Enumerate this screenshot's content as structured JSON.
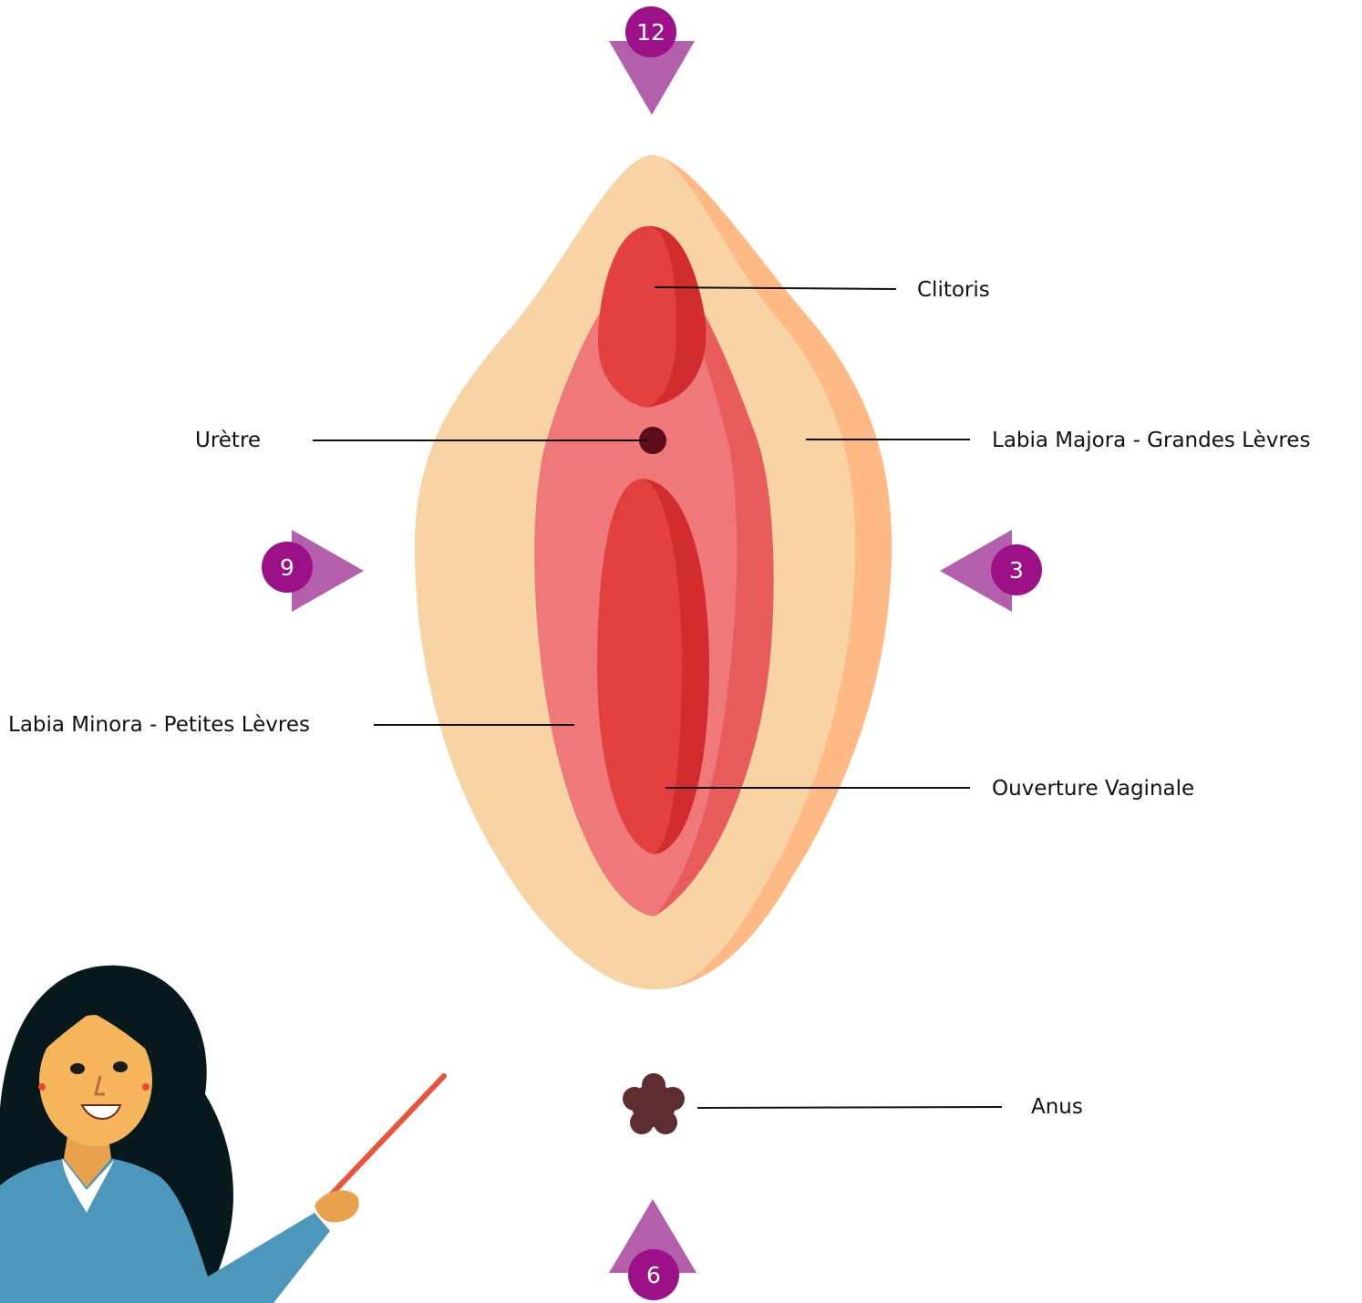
{
  "colors": {
    "outer_skin": "#F8D3A3",
    "outer_shadow": "#FFB985",
    "inner_pink": "#EF7878",
    "inner_pink_dark": "#E95C5C",
    "clitoris": "#E34040",
    "clitoris_dark": "#D32C2E",
    "opening": "#E34040",
    "opening_dark": "#D32C2E",
    "urethra": "#5E0B1A",
    "anus": "#5E2D30",
    "arrow": "#B45FAC",
    "badge": "#9C1188",
    "badge_text": "#ffffff"
  },
  "labels": {
    "clitoris": "Clitoris",
    "uretre": "Urètre",
    "labia_majora": "Labia Majora - Grandes Lèvres",
    "labia_minora": "Labia Minora - Petites Lèvres",
    "ouverture_vaginale": "Ouverture Vaginale",
    "anus": "Anus"
  },
  "clock_markers": {
    "top": "12",
    "left": "9",
    "right": "3",
    "bottom": "6"
  },
  "illustration": {
    "teacher": "teacher-with-pointer-illustration"
  }
}
